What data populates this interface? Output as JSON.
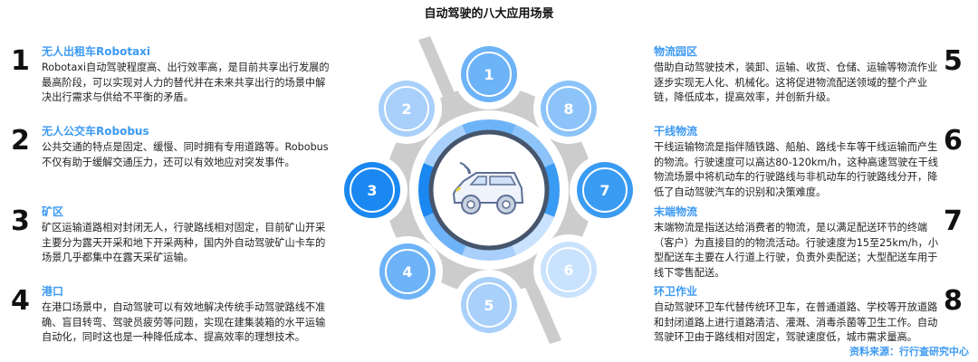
{
  "title": "自动驾驶的八大应用场景",
  "items": [
    {
      "num": "1",
      "heading": "无人出租车Robotaxi",
      "body": "Robotaxi自动驾驶程度高、出行效率高，是目前共享出行发展的最高阶段，可以实现对人力的替代并在未来共享出行的场景中解决出行需求与供给不平衡的矛盾。"
    },
    {
      "num": "2",
      "heading": "无人公交车Robobus",
      "body": "公共交通的特点是固定、缓慢、同时拥有专用道路等。Robobus不仅有助于缓解交通压力，还可以有效地应对突发事件。"
    },
    {
      "num": "3",
      "heading": "矿区",
      "body": "矿区运输道路相对封闭无人，行驶路线相对固定，目前矿山开采主要分为露天开采和地下开采两种，国内外自动驾驶矿山卡车的场景几乎都集中在露天采矿运输。"
    },
    {
      "num": "4",
      "heading": "港口",
      "body": "在港口场景中，自动驾驶可以有效地解决传统手动驾驶路线不准确、盲目转弯、驾驶员疲劳等问题，实现在建集装箱的水平运输自动化，同时这也是一种降低成本、提高效率的理想技术。"
    },
    {
      "num": "5",
      "heading": "物流园区",
      "body": "借助自动驾驶技术，装卸、运输、收货、仓储、运输等物流作业逐步实现无人化、机械化。这将促进物流配送领域的整个产业链，降低成本，提高效率，并创新升级。"
    },
    {
      "num": "6",
      "heading": "干线物流",
      "body": "干线运输物流是指伴随铁路、船舶、路线卡车等干线运输而产生的物流。行驶速度可以高达80-120km/h，这种高速驾驶在干线物流场景中将机动车的行驶路线与非机动车的行驶路线分开，降低了自动驾驶汽车的识别和决策难度。"
    },
    {
      "num": "7",
      "heading": "末端物流",
      "body": "末端物流是指送达给消费者的物流，是以满足配送环节的终端（客户）为直接目的的物流活动。行驶速度为15至25km/h，小型配送车主要在人行道上行驶，负责外卖配送；大型配送车用于线下零售配送。"
    },
    {
      "num": "8",
      "heading": "环卫作业",
      "body": "自动驾驶环卫车代替传统环卫车，在普通道路、学校等开放道路和封闭道路上进行道路清洁、灌溉、消毒杀菌等卫生工作。自动驾驶环卫由于路线相对固定，驾驶速度低，城市需求量高。"
    }
  ],
  "diagram": {
    "circles": [
      {
        "label": "1",
        "color": "#6db3f8"
      },
      {
        "label": "2",
        "color": "#a8d0fb"
      },
      {
        "label": "3",
        "color": "#1a88f0"
      },
      {
        "label": "4",
        "color": "#6eb3f8"
      },
      {
        "label": "5",
        "color": "#a8d0fb"
      },
      {
        "label": "6",
        "color": "#c9e2fd"
      },
      {
        "label": "7",
        "color": "#3a9bf3"
      },
      {
        "label": "8",
        "color": "#8cc4fa"
      }
    ],
    "center_icon": "car-icon"
  },
  "source": "资料来源：行行查研究中心"
}
